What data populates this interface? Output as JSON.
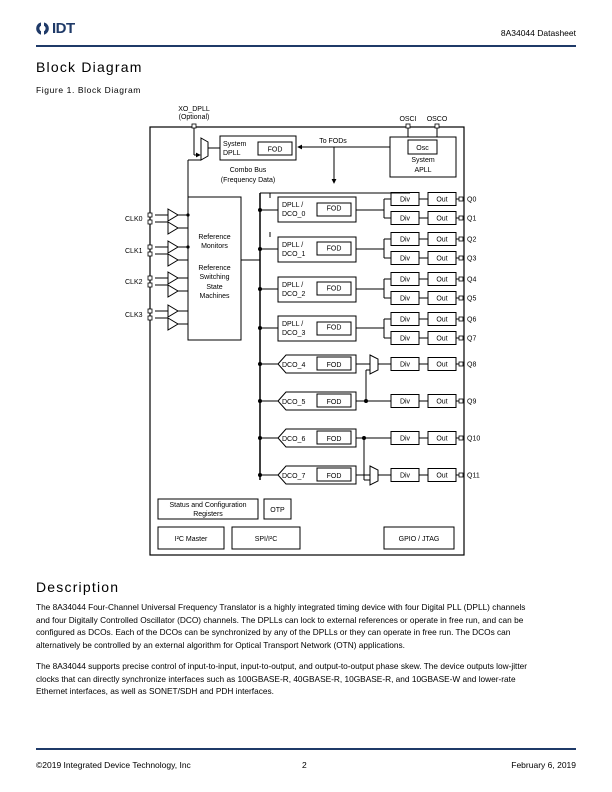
{
  "header": {
    "logo_text": "IDT",
    "doc_title": "8A34044 Datasheet"
  },
  "section_block": {
    "title": "Block Diagram",
    "figure_caption": "Figure 1.  Block Diagram"
  },
  "diagram": {
    "xo_label_1": "XO_DPLL",
    "xo_label_2": "(Optional)",
    "osci": "OSCI",
    "osco": "OSCO",
    "system_dpll_1": "System",
    "system_dpll_2": "DPLL",
    "fod": "FOD",
    "to_fods": "To FODs",
    "osc": "Osc",
    "system_apll_1": "System",
    "system_apll_2": "APLL",
    "combo_bus_1": "Combo Bus",
    "combo_bus_2": "(Frequency Data)",
    "ref_block": [
      "Reference",
      "Monitors",
      "",
      "Reference",
      "Switching",
      "State",
      "Machines"
    ],
    "clk_labels": [
      "CLK0",
      "CLK1",
      "CLK2",
      "CLK3"
    ],
    "dpll_blocks": [
      {
        "line1": "DPLL /",
        "line2": "DCO_0"
      },
      {
        "line1": "DPLL /",
        "line2": "DCO_1"
      },
      {
        "line1": "DPLL /",
        "line2": "DCO_2"
      },
      {
        "line1": "DPLL /",
        "line2": "DCO_3"
      }
    ],
    "dco_blocks": [
      "DCO_4",
      "DCO_5",
      "DCO_6",
      "DCO_7"
    ],
    "div": "Div",
    "out": "Out",
    "q_labels": [
      "Q0",
      "Q1",
      "Q2",
      "Q3",
      "Q4",
      "Q5",
      "Q6",
      "Q7",
      "Q8",
      "Q9",
      "Q10",
      "Q11"
    ],
    "status_regs_1": "Status and Configuration",
    "status_regs_2": "Registers",
    "otp": "OTP",
    "i2c_master": "I²C Master",
    "spi_i2c": "SPI/I²C",
    "gpio_jtag": "GPIO / JTAG"
  },
  "section_desc": {
    "title": "Description",
    "para1_lines": [
      "The 8A34044 Four-Channel Universal Frequency Translator is a highly integrated timing device with four Digital PLL (DPLL) channels",
      "and four Digitally Controlled Oscillator (DCO) channels. The DPLLs can lock to external references or operate in free run, and can be",
      "configured as DCOs. Each of the DCOs can be synchronized by any of the DPLLs or they can operate in free run. The DCOs can",
      "alternatively be controlled by an external algorithm for Optical Transport Network (OTN) applications."
    ],
    "para2_lines": [
      "The 8A34044 supports precise control of input-to-input, input-to-output, and output-to-output phase skew. The device outputs low-jitter",
      "clocks that can directly synchronize interfaces such as 100GBASE-R, 40GBASE-R, 10GBASE-R, and 10GBASE-W and lower-rate",
      "Ethernet interfaces, as well as SONET/SDH and PDH interfaces."
    ]
  },
  "footer": {
    "copyright": "©2019 Integrated Device Technology, Inc",
    "page": "2",
    "date": "February 6, 2019"
  },
  "colors": {
    "brand": "#1f3a68"
  }
}
